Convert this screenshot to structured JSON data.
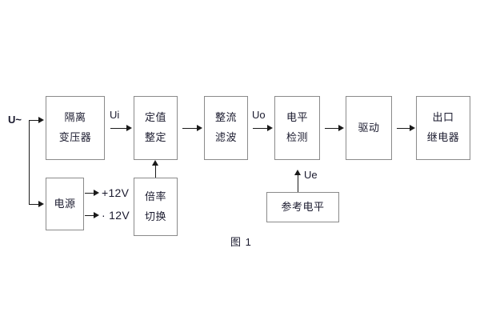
{
  "figure": {
    "caption": "图 1",
    "input_label": "U~"
  },
  "blocks": {
    "isolation_transformer": {
      "line1": "隔离",
      "line2": "变压器"
    },
    "setting_value": {
      "line1": "定值",
      "line2": "整定"
    },
    "rectify_filter": {
      "line1": "整流",
      "line2": "滤波"
    },
    "level_detect": {
      "line1": "电平",
      "line2": "检测"
    },
    "driver": {
      "line1": "驱动",
      "line2": ""
    },
    "output_relay": {
      "line1": "出口",
      "line2": "继电器"
    },
    "power_supply": {
      "line1": "电源",
      "line2": ""
    },
    "multiplier_switch": {
      "line1": "倍率",
      "line2": "切换"
    },
    "reference_level": {
      "line1": "参考电平",
      "line2": ""
    }
  },
  "signals": {
    "ui": "Ui",
    "uo": "Uo",
    "ue": "Ue",
    "rail_positive": "+12V",
    "rail_negative": "· 12V"
  },
  "colors": {
    "background": "#ffffff",
    "block_border": "#8a8a8a",
    "line": "#1a1a1a",
    "text": "#1a1a2e"
  }
}
